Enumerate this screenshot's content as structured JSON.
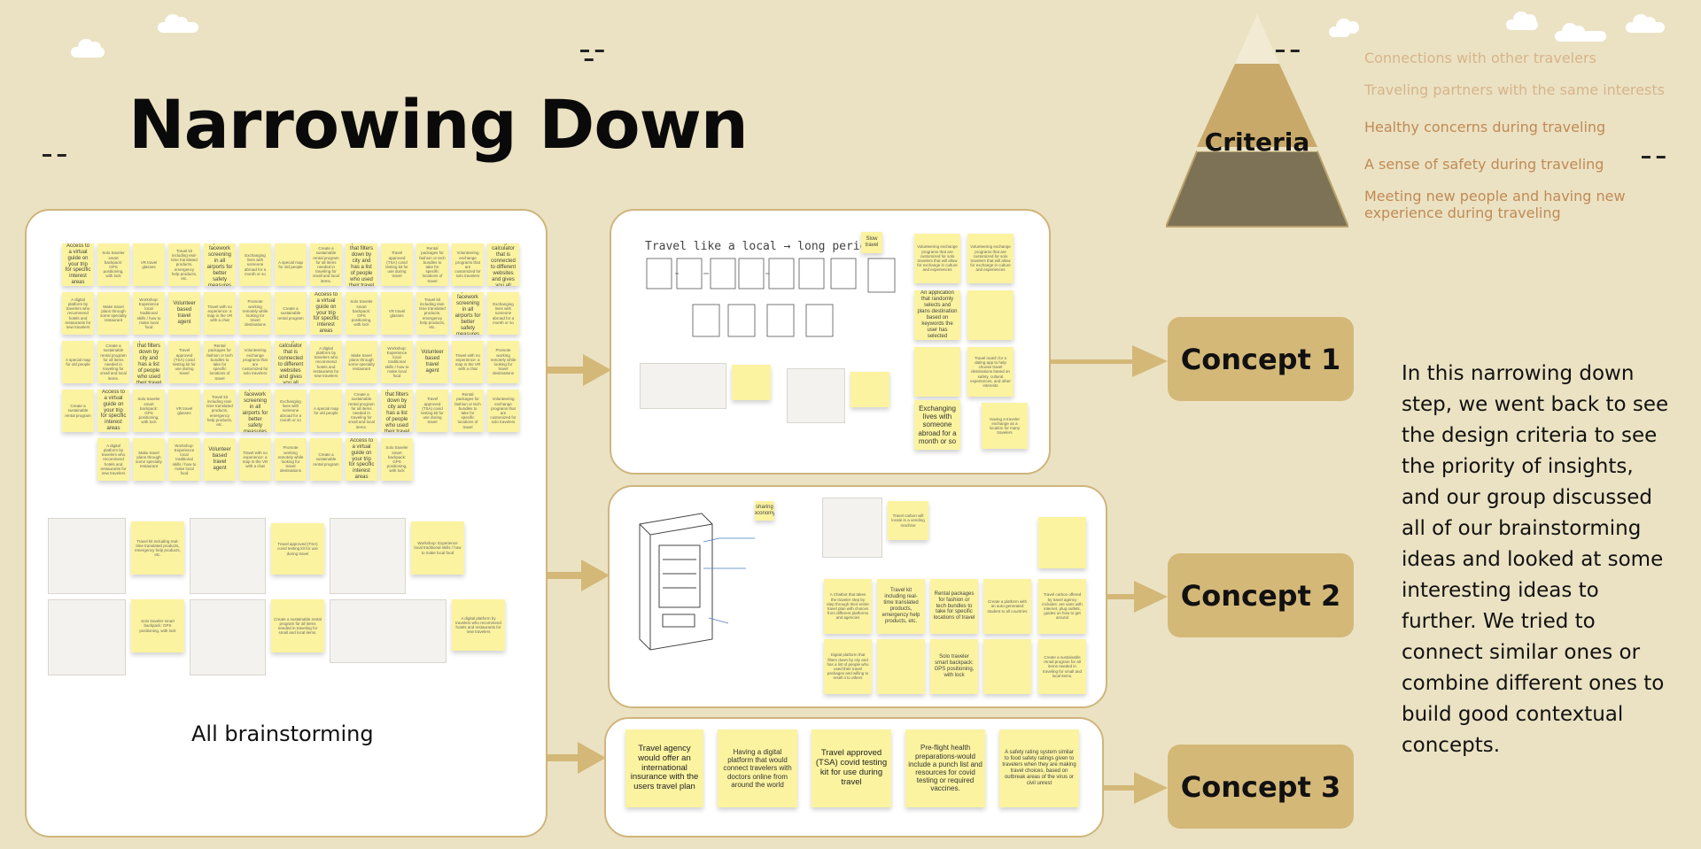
{
  "title": "Narrowing Down",
  "criteria": {
    "label": "Criteria",
    "items": [
      "Connections with other travelers",
      "Traveling partners with the same interests",
      "Healthy concerns during traveling",
      "A sense of safety during traveling",
      "Meeting new people and having new experience during traveling"
    ]
  },
  "concepts": [
    "Concept 1",
    "Concept 2",
    "Concept 3"
  ],
  "description": "In this narrowing down step, we went back to see the design criteria to see the priority of insights, and our group discussed all of our brainstorming ideas and looked at some interesting ideas to further. We tried to connect similar ones or combine different ones to build good contextual concepts.",
  "all_brainstorming_label": "All brainstorming",
  "brainstorm_notes": [
    "Access to a virtual guide on your trip for specific interest areas",
    "Solo traveler smart backpack: GPS positioning, with lock",
    "VR travel glasses",
    "Travel kit including real-time translated products, emergency help products, etc.",
    "Implement facework screening in all airports for better safety measures",
    "Exchanging lives with someone abroad for a month or so",
    "A special map for old people",
    "Create a sustainable rental program for all items needed in traveling for small and local items.",
    "Digital platform that filters down by city and has a list of people who used their travel packages",
    "Travel approved (TSA) covid testing kit for use during travel",
    "Rental packages for fashion or tech bundles to take for specific locations of travel",
    "Volunteering exchange programs that are customized for solo travelers",
    "Create a budget calculator that is connected to different websites and gives you all options",
    "A digital platform by travelers who recommend hotels and restaurants for new travelers",
    "Make travel plans through some specialty restaurant",
    "Workshop: Experience local traditional skills / how to make local food",
    "Volunteer based travel agent",
    "Travel with no experience: a map in the VR with a chat",
    "Promote working remotely while looking for travel destinations",
    "Create a sustainable rental program"
  ],
  "concept1": {
    "sketch_caption": "Travel like a local → long period",
    "tag": "Slow travel",
    "notes": [
      "Volunteering exchange programs that are customized for solo travelers that will allow for exchange in culture and experiences",
      "An application that randomly selects and plans destination based on keywords the user has selected",
      "Travel match for a dating app to help choose travel destinations based on safety, cultural experiences, and other interests",
      "Exchanging lives with someone abroad for a month or so",
      "Having a traveler exchange as a location for many travelers"
    ]
  },
  "concept2": {
    "tag": "sharing economy",
    "notes": [
      "Travel carbon will locate in a vending machine",
      "A Chatbot that takes the traveler step by step through their entire travel plan with choices from different platforms and agencies",
      "Travel kit including real-time translated products, emergency help products, etc.",
      "Rental packages for fashion or tech bundles to take for specific locations of travel",
      "Create a platform with an auto-generated student to all countries",
      "Travel carbon offered by travel agency includes: are vans with internet, plug outlets, guides on how to get around",
      "Digital platform that filters down by city and has a list of people who used their travel packages and willing to resell it to others",
      "Solo traveler smart backpack: GPS positioning, with lock",
      "Create a sustainable rental program for all items needed in traveling for small and local items."
    ]
  },
  "concept3": {
    "notes": [
      "Travel agency would offer an international insurance with the users travel plan",
      "Having a digital platform that would connect travelers with doctors online from around the world",
      "Travel approved (TSA) covid testing kit for use during travel",
      "Pre-flight health preparations-would include a punch list and resources for covid testing or required vaccines.",
      "A safety rating system similar to food safety ratings given to travelers when they are making travel choices, based on outbreak areas of the virus or civil unrest"
    ]
  },
  "colors": {
    "background": "#ebe2c3",
    "sticky_note": "#fbf3a0",
    "concept_button": "#d4b878",
    "panel_border": "#cfb57c",
    "criteria_text": "#c08a55"
  },
  "icons": [
    "cloud-icon",
    "birds-icon",
    "arrow-icon",
    "pyramid-icon"
  ]
}
